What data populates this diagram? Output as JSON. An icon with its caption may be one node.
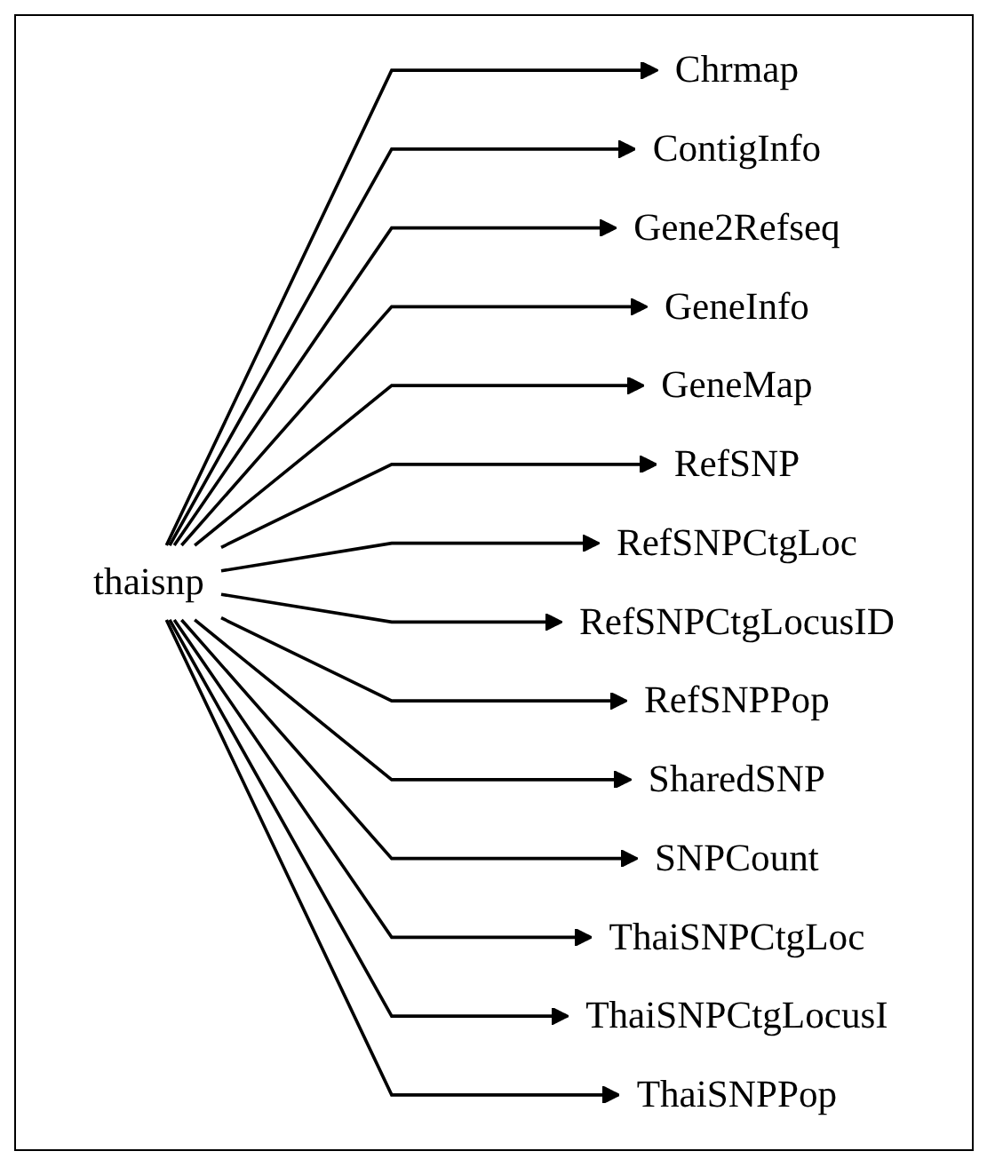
{
  "diagram": {
    "nodes": [
      {
        "text": [
          "thaisnp"
        ]
      },
      {
        "text": [
          "Chrmap"
        ]
      },
      {
        "text": [
          "ContigInfo"
        ]
      },
      {
        "text": [
          "Gene2Refseq"
        ]
      },
      {
        "text": [
          "GeneInfo"
        ]
      },
      {
        "text": [
          "GeneMap"
        ]
      },
      {
        "text": [
          "RefSNP"
        ]
      },
      {
        "text": [
          "RefSNPCtgLoc"
        ]
      },
      {
        "text": [
          "RefSNPCtgLocusID"
        ]
      },
      {
        "text": [
          "RefSNPPop"
        ]
      },
      {
        "text": [
          "SharedSNP"
        ]
      },
      {
        "text": [
          "SNPCount"
        ]
      },
      {
        "text": [
          "ThaiSNPCtgLoc"
        ]
      },
      {
        "text": [
          "ThaiSNPCtgLocusI"
        ]
      },
      {
        "text": [
          "ThaiSNPPop"
        ]
      }
    ],
    "edges": [
      {
        "from": 0,
        "to": 1,
        "arrow": "to"
      },
      {
        "from": 0,
        "to": 2,
        "arrow": "to"
      },
      {
        "from": 0,
        "to": 3,
        "arrow": "to"
      },
      {
        "from": 0,
        "to": 4,
        "arrow": "to"
      },
      {
        "from": 0,
        "to": 5,
        "arrow": "to"
      },
      {
        "from": 0,
        "to": 6,
        "arrow": "to"
      },
      {
        "from": 0,
        "to": 7,
        "arrow": "to"
      },
      {
        "from": 0,
        "to": 8,
        "arrow": "to"
      },
      {
        "from": 0,
        "to": 9,
        "arrow": "to"
      },
      {
        "from": 0,
        "to": 10,
        "arrow": "to"
      },
      {
        "from": 0,
        "to": 11,
        "arrow": "to"
      },
      {
        "from": 0,
        "to": 12,
        "arrow": "to"
      },
      {
        "from": 0,
        "to": 13,
        "arrow": "to"
      },
      {
        "from": 0,
        "to": 14,
        "arrow": "to"
      }
    ]
  }
}
